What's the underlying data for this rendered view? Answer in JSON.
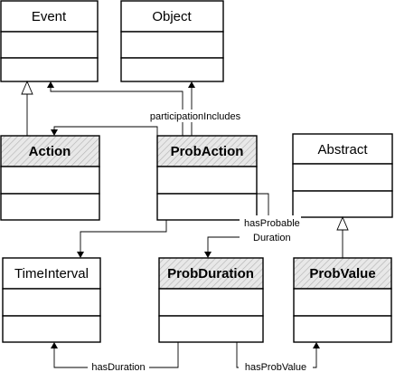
{
  "classes": {
    "event": "Event",
    "object": "Object",
    "action": "Action",
    "prob_action": "ProbAction",
    "abstract": "Abstract",
    "time_interval": "TimeInterval",
    "prob_duration": "ProbDuration",
    "prob_value": "ProbValue"
  },
  "relations": {
    "participation_includes": "participationIncludes",
    "has_probable_line1": "hasProbable",
    "has_probable_line2": "Duration",
    "has_duration": "hasDuration",
    "has_prob_value": "hasProbValue"
  },
  "colors": {
    "abstract_class_fill": "#e4e4e4",
    "hatch": "#b5b5b5",
    "line": "#000000"
  }
}
